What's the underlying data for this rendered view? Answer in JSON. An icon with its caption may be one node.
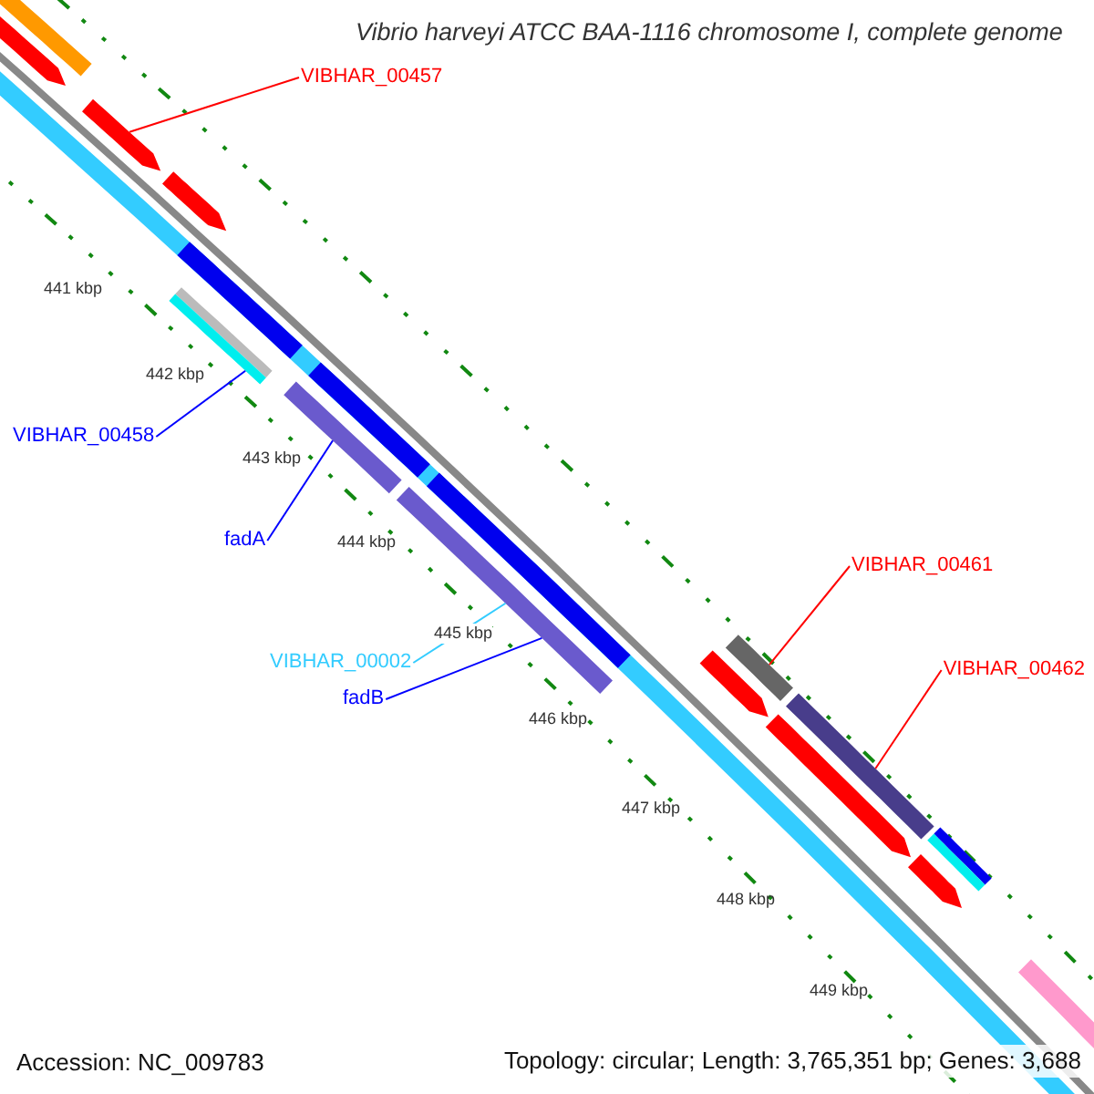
{
  "diagram": {
    "title": "Vibrio harveyi ATCC BAA-1116 chromosome I, complete genome",
    "nodes": [
      {
        "text": [
          "VIBHAR_00457"
        ]
      },
      {
        "text": [
          "VIBHAR_00458"
        ]
      },
      {
        "text": [
          "fadA"
        ]
      },
      {
        "text": [
          "VIBHAR_00002"
        ]
      },
      {
        "text": [
          "fadB"
        ]
      },
      {
        "text": [
          "VIBHAR_00461"
        ]
      },
      {
        "text": [
          "VIBHAR_00462"
        ]
      },
      {
        "text": [],
        "shape": "arrow"
      },
      {
        "text": [],
        "shape": "bar"
      },
      {
        "text": [],
        "shape": "bar"
      },
      {
        "text": [],
        "shape": "bar"
      },
      {
        "text": [],
        "shape": "bar"
      },
      {
        "text": [],
        "shape": "arrow"
      },
      {
        "text": [],
        "shape": "bar"
      }
    ],
    "edges": [
      {
        "from": 0,
        "to": 7,
        "arrow": "none",
        "color": "#ff0000"
      },
      {
        "from": 1,
        "to": 8,
        "arrow": "none",
        "color": "#0000ff"
      },
      {
        "from": 2,
        "to": 9,
        "arrow": "none",
        "color": "#0000ff"
      },
      {
        "from": 3,
        "to": 10,
        "arrow": "none",
        "color": "#33ccff"
      },
      {
        "from": 4,
        "to": 10,
        "arrow": "none",
        "color": "#0000ff"
      },
      {
        "from": 5,
        "to": 11,
        "arrow": "none",
        "color": "#ff0000"
      },
      {
        "from": 6,
        "to": 13,
        "arrow": "none",
        "color": "#ff0000"
      }
    ],
    "labels": [
      "441 kbp",
      "442 kbp",
      "443 kbp",
      "444 kbp",
      "445 kbp",
      "446 kbp",
      "447 kbp",
      "448 kbp",
      "449 kbp",
      "Accession: NC_009783",
      "Topology: circular; Length: 3,765,351 bp; Genes: 3,688"
    ]
  }
}
